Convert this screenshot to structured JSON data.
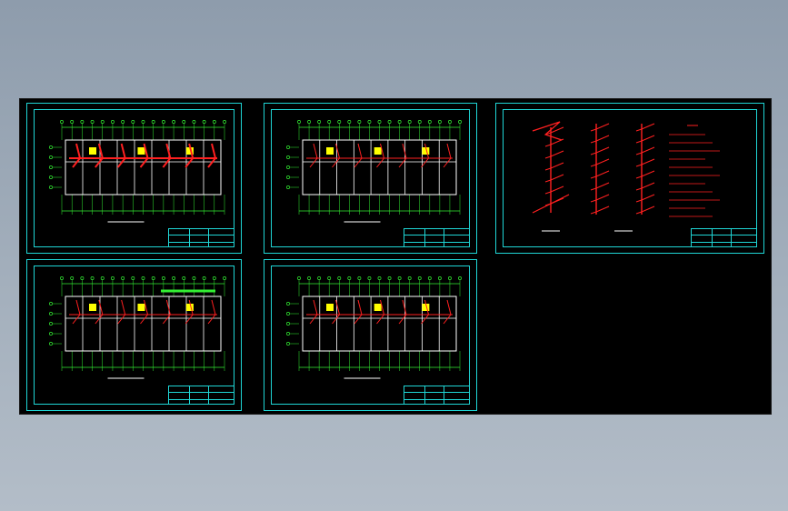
{
  "canvas": {
    "background_top": "#8e9cac",
    "background_bottom": "#b3bdc8",
    "drawing_background": "#000000"
  },
  "colors": {
    "frame": "#1fd6d6",
    "grid": "#33ee33",
    "wall": "#ffffff",
    "pipe": "#ff2020",
    "fixture": "#ffff00",
    "accent": "#ff40ff"
  },
  "sheets": [
    {
      "id": "floor-plan-1",
      "kind": "floor-plan",
      "variant": "heavy"
    },
    {
      "id": "floor-plan-2",
      "kind": "floor-plan",
      "variant": "yellow"
    },
    {
      "id": "system-diagram",
      "kind": "riser-diagram",
      "variant": "notes"
    },
    {
      "id": "floor-plan-3",
      "kind": "floor-plan",
      "variant": "green"
    },
    {
      "id": "floor-plan-4",
      "kind": "floor-plan",
      "variant": "light"
    }
  ]
}
